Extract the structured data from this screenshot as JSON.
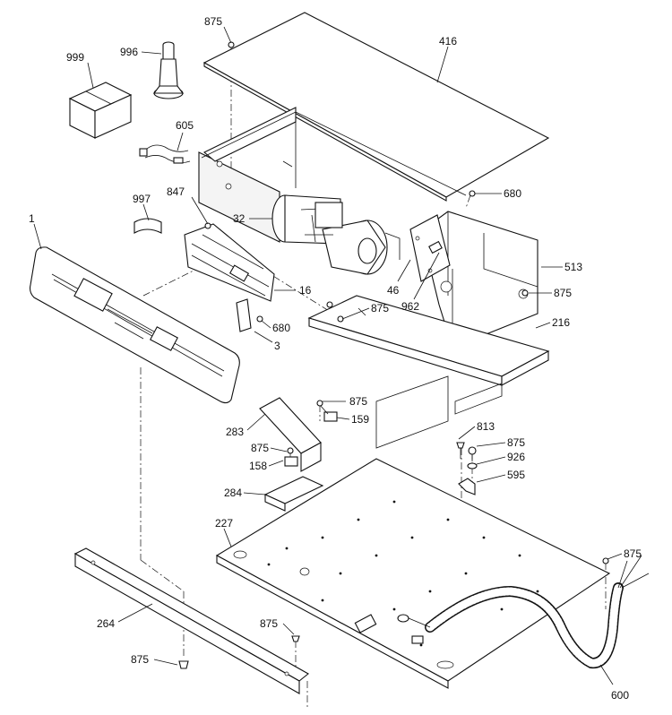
{
  "diagram": {
    "callouts": [
      {
        "id": "c875a",
        "text": "875"
      },
      {
        "id": "c416",
        "text": "416"
      },
      {
        "id": "c999",
        "text": "999"
      },
      {
        "id": "c996",
        "text": "996"
      },
      {
        "id": "c605",
        "text": "605"
      },
      {
        "id": "c997",
        "text": "997"
      },
      {
        "id": "c847",
        "text": "847"
      },
      {
        "id": "c1",
        "text": "1"
      },
      {
        "id": "c32",
        "text": "32"
      },
      {
        "id": "c680a",
        "text": "680"
      },
      {
        "id": "c513",
        "text": "513"
      },
      {
        "id": "c16",
        "text": "16"
      },
      {
        "id": "c46",
        "text": "46"
      },
      {
        "id": "c962",
        "text": "962"
      },
      {
        "id": "c875b",
        "text": "875"
      },
      {
        "id": "c875c",
        "text": "875"
      },
      {
        "id": "c680b",
        "text": "680"
      },
      {
        "id": "c3",
        "text": "3"
      },
      {
        "id": "c216",
        "text": "216"
      },
      {
        "id": "c875d",
        "text": "875"
      },
      {
        "id": "c159",
        "text": "159"
      },
      {
        "id": "c283",
        "text": "283"
      },
      {
        "id": "c875e",
        "text": "875"
      },
      {
        "id": "c813",
        "text": "813"
      },
      {
        "id": "c875f",
        "text": "875"
      },
      {
        "id": "c926",
        "text": "926"
      },
      {
        "id": "c158",
        "text": "158"
      },
      {
        "id": "c595",
        "text": "595"
      },
      {
        "id": "c284",
        "text": "284"
      },
      {
        "id": "c227",
        "text": "227"
      },
      {
        "id": "c875g",
        "text": "875"
      },
      {
        "id": "c264",
        "text": "264"
      },
      {
        "id": "c875h",
        "text": "875"
      },
      {
        "id": "c875i",
        "text": "875"
      },
      {
        "id": "c600",
        "text": "600"
      }
    ]
  }
}
